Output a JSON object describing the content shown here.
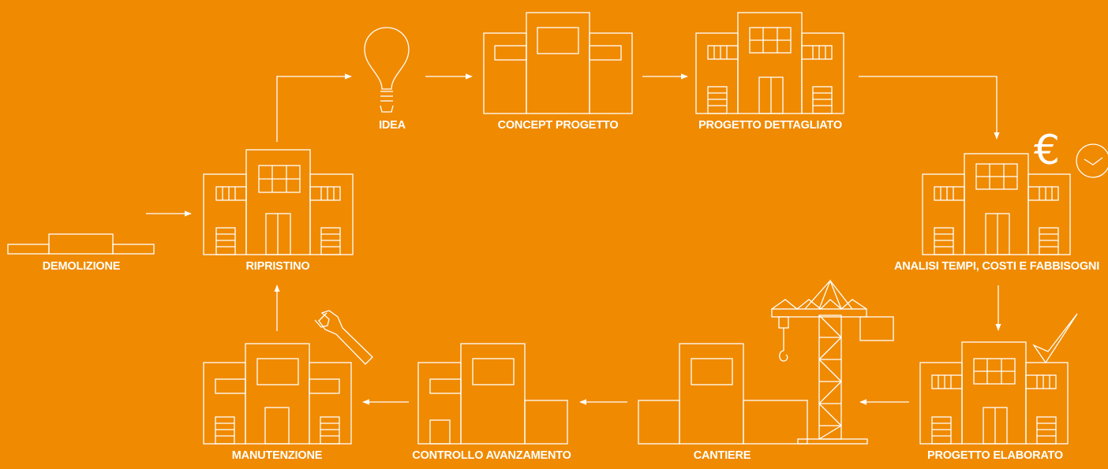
{
  "stages": [
    {
      "id": "idea",
      "label": "IDEA"
    },
    {
      "id": "concept",
      "label": "CONCEPT PROGETTO"
    },
    {
      "id": "detailed",
      "label": "PROGETTO DETTAGLIATO"
    },
    {
      "id": "analysis",
      "label": "ANALISI TEMPI, COSTI E FABBISOGNI"
    },
    {
      "id": "elaborated",
      "label": "PROGETTO ELABORATO"
    },
    {
      "id": "site",
      "label": "CANTIERE"
    },
    {
      "id": "progress",
      "label": "CONTROLLO AVANZAMENTO"
    },
    {
      "id": "maintenance",
      "label": "MANUTENZIONE"
    },
    {
      "id": "restoration",
      "label": "RIPRISTINO"
    },
    {
      "id": "demolition",
      "label": "DEMOLIZIONE"
    }
  ],
  "currency_symbol": "€",
  "colors": {
    "background": "#F08A00",
    "line": "#FFFFFF"
  }
}
